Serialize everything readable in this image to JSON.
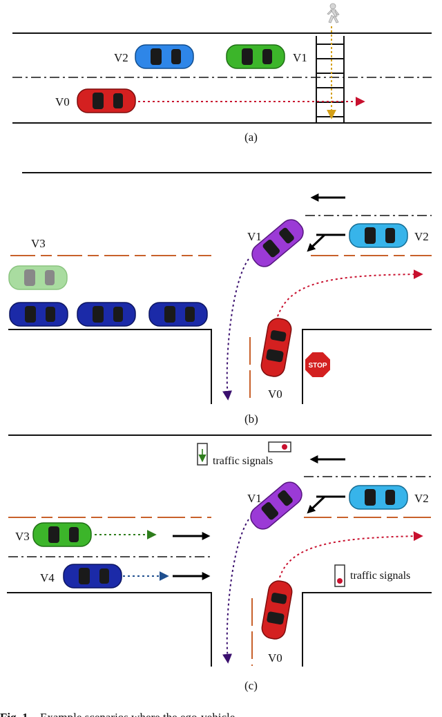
{
  "colors": {
    "road_line": "#111111",
    "lane_orange": "#c8602a",
    "red_car": "#d42020",
    "blue_car": "#2e86e8",
    "green_car": "#3cb52a",
    "purple_car": "#9b3ad6",
    "cyan_car": "#37b4ea",
    "navy_car": "#1b2aa8",
    "faded_green_car": "#a9dca0",
    "pedestrian_path": "#d4a017",
    "red_path": "#c8102e",
    "purple_path": "#3a0f6e",
    "green_path": "#2e7d1c",
    "blue_path": "#1f4f8f",
    "stop_sign": "#d32020"
  },
  "panel_a": {
    "caption": "(a)",
    "labels": {
      "v0": "V0",
      "v1": "V1",
      "v2": "V2"
    },
    "icons": [
      "pedestrian-icon",
      "crosswalk"
    ]
  },
  "panel_b": {
    "caption": "(b)",
    "labels": {
      "v0": "V0",
      "v1": "V1",
      "v2": "V2",
      "v3": "V3"
    },
    "stop_sign_text": "STOP"
  },
  "panel_c": {
    "caption": "(c)",
    "labels": {
      "v0": "V0",
      "v1": "V1",
      "v2": "V2",
      "v3": "V3",
      "v4": "V4"
    },
    "signal_top_text": "traffic signals",
    "signal_right_text": "traffic signals"
  },
  "figure_caption": {
    "label": "Fig. 1.",
    "text": "Example scenarios where the ego-vehicle..."
  }
}
